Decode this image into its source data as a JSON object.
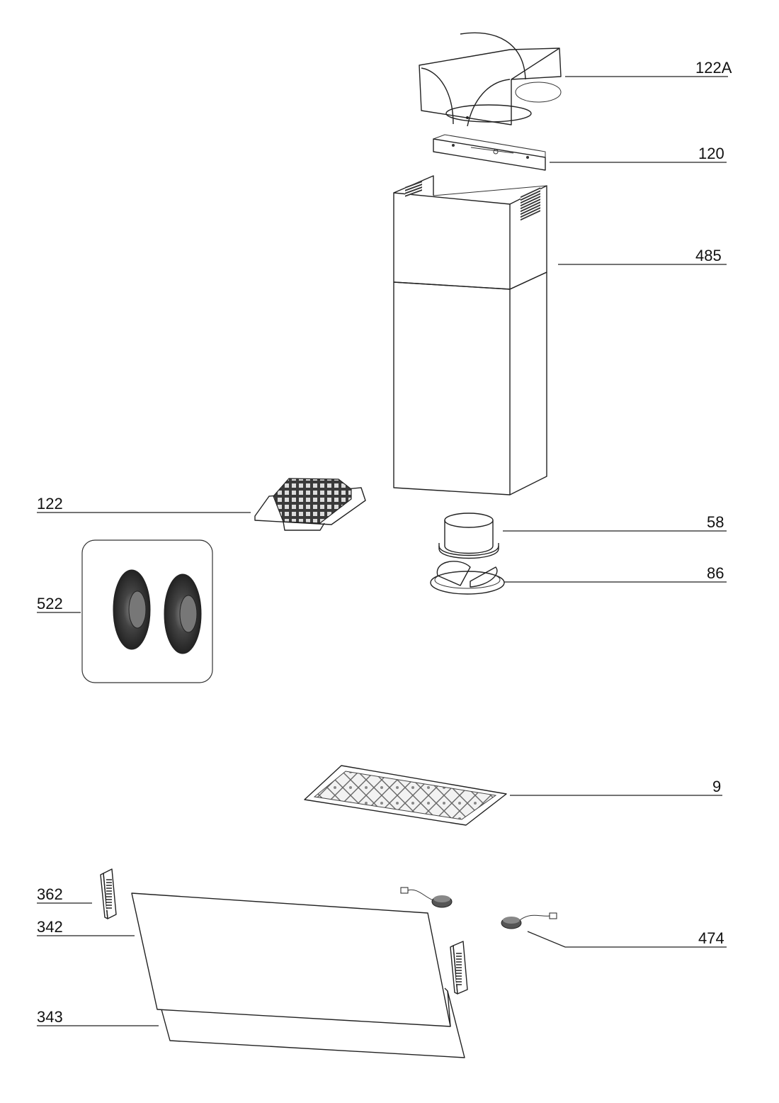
{
  "labels": {
    "p122A": "122A",
    "p120": "120",
    "p485": "485",
    "p122": "122",
    "p58": "58",
    "p86": "86",
    "p522": "522",
    "p9": "9",
    "p362": "362",
    "p342": "342",
    "p474": "474",
    "p343": "343"
  }
}
